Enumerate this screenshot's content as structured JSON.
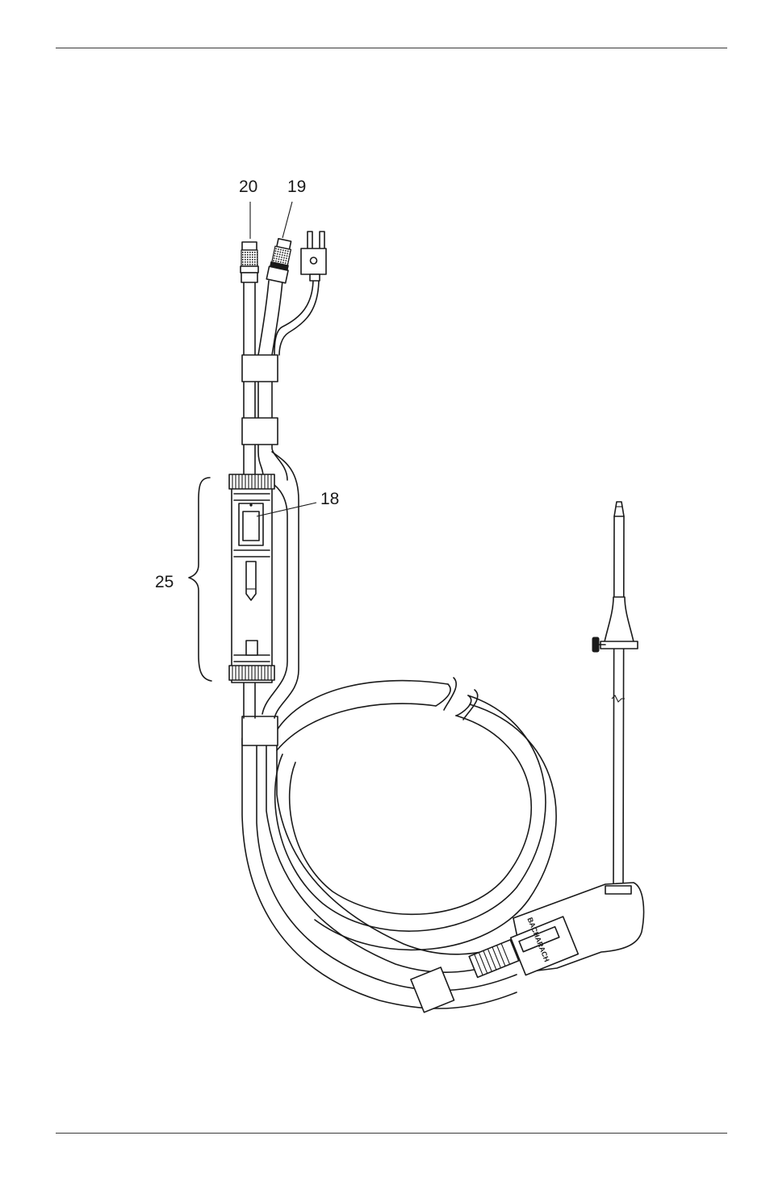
{
  "callouts": {
    "c20": "20",
    "c19": "19",
    "c18": "18",
    "c25": "25"
  },
  "handle": {
    "brand": "BACHARACH"
  },
  "colors": {
    "line": "#1a1a1a",
    "rule": "#3a3a3a",
    "background": "#ffffff"
  }
}
